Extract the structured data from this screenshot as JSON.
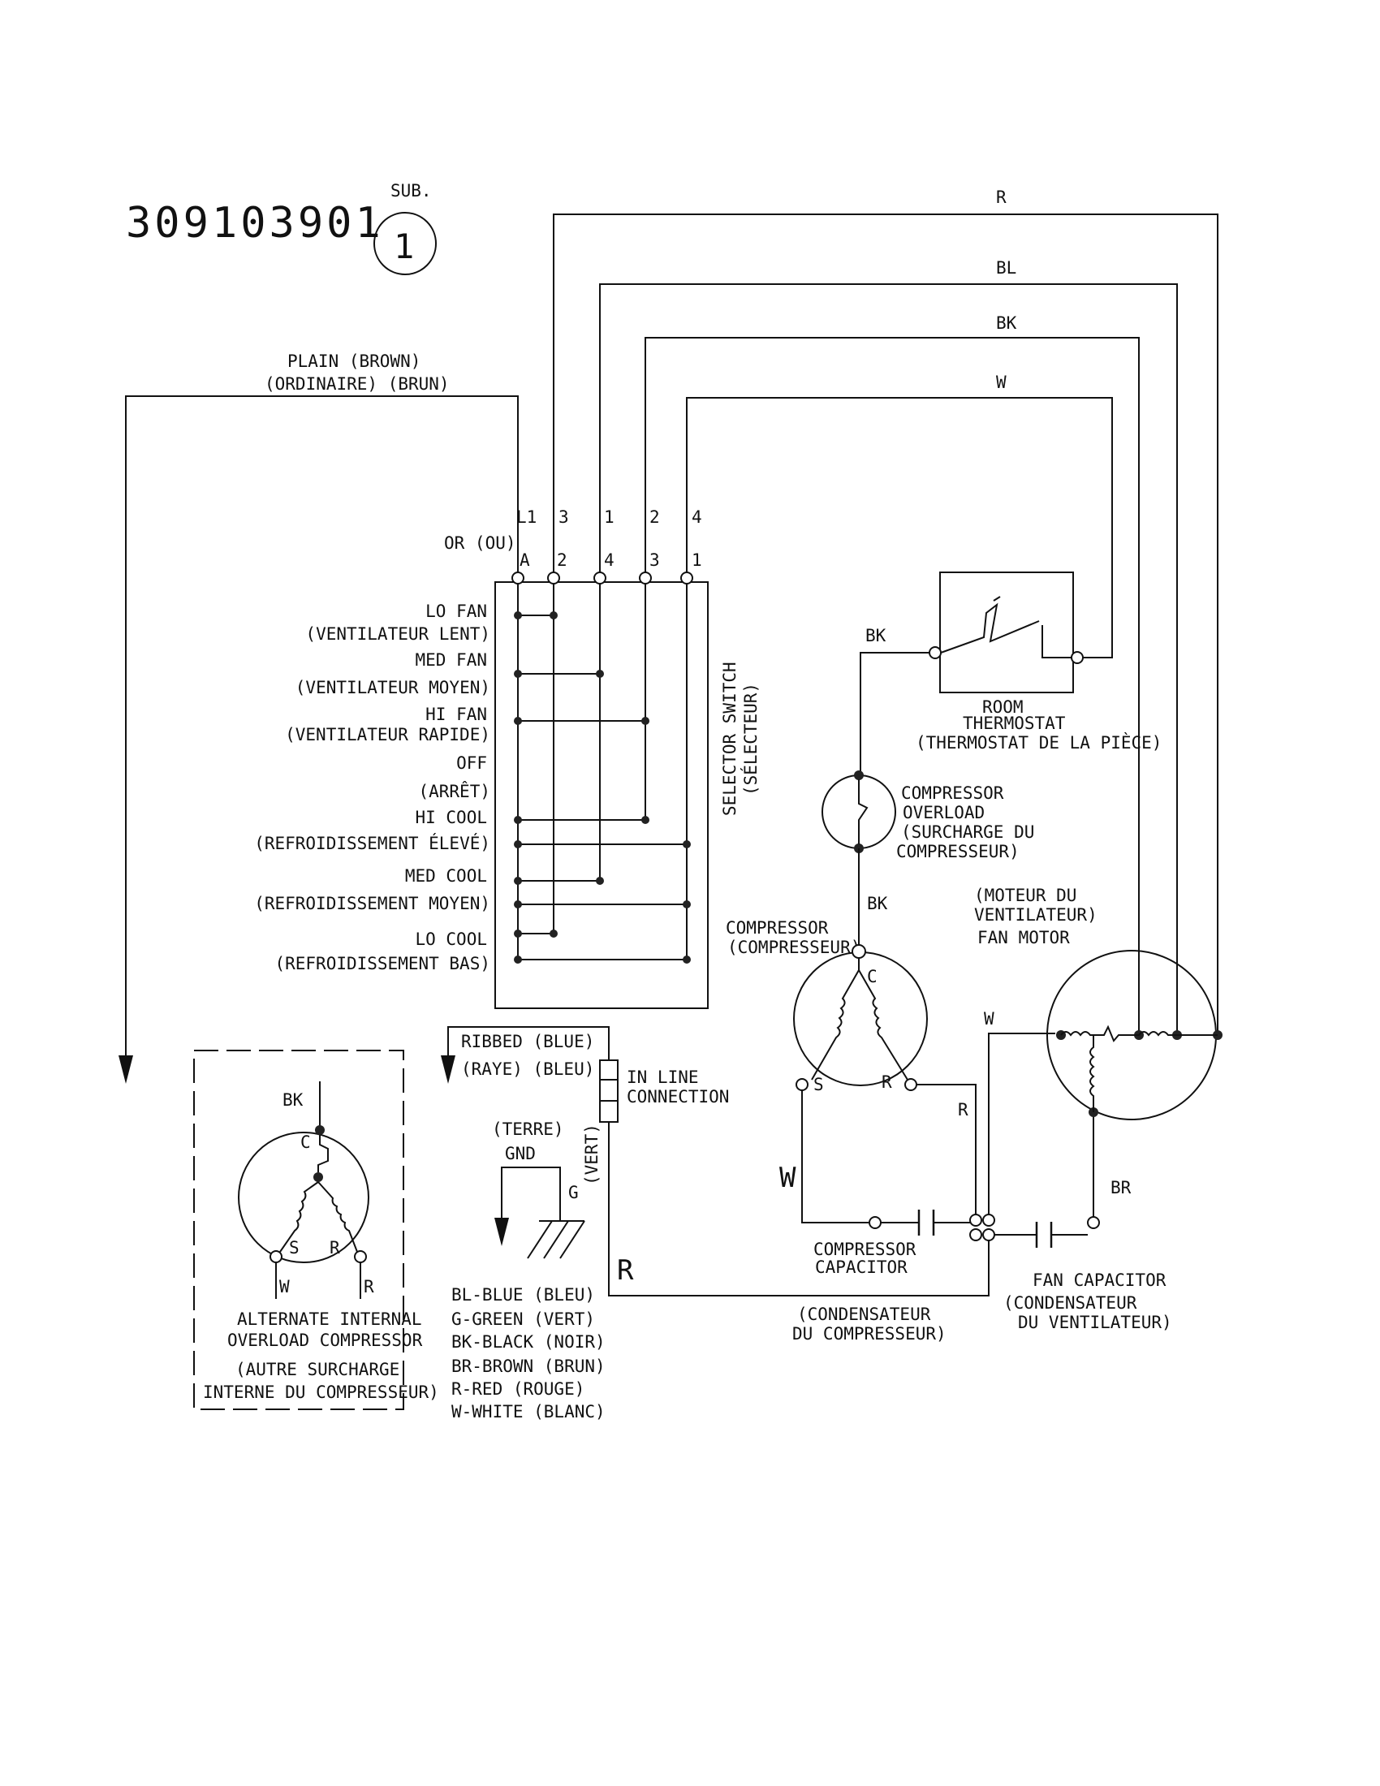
{
  "header": {
    "part_number": "309103901",
    "sub_label": "SUB.",
    "sub_number": "1"
  },
  "wires_top": {
    "r": "R",
    "bl": "BL",
    "bk": "BK",
    "w": "W",
    "plain_en": "PLAIN   (BROWN)",
    "plain_fr": "(ORDINAIRE)   (BRUN)"
  },
  "selector": {
    "or_label": "OR (OU)",
    "upper_terminals": [
      "L1",
      "3",
      "1",
      "2",
      "4"
    ],
    "lower_terminals": [
      "A",
      "2",
      "4",
      "3",
      "1"
    ],
    "title": "SELECTOR SWITCH",
    "title_fr": "(SÉLECTEUR)",
    "modes": [
      {
        "en": "LO FAN",
        "fr": "(VENTILATEUR LENT)"
      },
      {
        "en": "MED FAN",
        "fr": "(VENTILATEUR MOYEN)"
      },
      {
        "en": "HI FAN",
        "fr": "(VENTILATEUR RAPIDE)"
      },
      {
        "en": "OFF",
        "fr": "(ARRÊT)"
      },
      {
        "en": "HI COOL",
        "fr": "(REFROIDISSEMENT ÉLEVÉ)"
      },
      {
        "en": "MED COOL",
        "fr": "(REFROIDISSEMENT MOYEN)"
      },
      {
        "en": "LO COOL",
        "fr": "(REFROIDISSEMENT BAS)"
      }
    ]
  },
  "thermostat": {
    "wire": "BK",
    "label_1": "ROOM",
    "label_2": "THERMOSTAT",
    "label_3": "(THERMOSTAT DE LA PIÈCE)"
  },
  "overload": {
    "lines": [
      "COMPRESSOR",
      "OVERLOAD",
      "(SURCHARGE DU",
      "COMPRESSEUR)"
    ],
    "wire": "BK"
  },
  "compressor": {
    "label_en": "COMPRESSOR",
    "label_fr": "(COMPRESSEUR)",
    "c": "C",
    "s": "S",
    "r": "R",
    "w_wire": "W",
    "r_wire": "R"
  },
  "fan_motor": {
    "lines": [
      "(MOTEUR DU",
      "VENTILATEUR)",
      "FAN MOTOR"
    ],
    "w_wire": "W",
    "br_wire": "BR"
  },
  "compressor_capacitor": {
    "label_1": "COMPRESSOR",
    "label_2": "CAPACITOR",
    "fr_1": "(CONDENSATEUR",
    "fr_2": "DU COMPRESSEUR)"
  },
  "fan_capacitor": {
    "label": "FAN CAPACITOR",
    "fr_1": "(CONDENSATEUR",
    "fr_2": "DU VENTILATEUR)"
  },
  "ground": {
    "ribbed": "RIBBED  (BLUE)",
    "raye": "(RAYE)  (BLEU)",
    "inline_1": "IN LINE",
    "inline_2": "CONNECTION",
    "terre": "(TERRE)",
    "gnd": "GND",
    "vert": "(VERT)",
    "g": "G",
    "r": "R"
  },
  "legend": [
    "BL-BLUE (BLEU)",
    "G-GREEN (VERT)",
    "BK-BLACK (NOIR)",
    "BR-BROWN (BRUN)",
    "R-RED (ROUGE)",
    "W-WHITE (BLANC)"
  ],
  "alternate": {
    "bk": "BK",
    "c": "C",
    "s": "S",
    "r": "R",
    "w_wire": "W",
    "r_wire": "R",
    "lines": [
      "ALTERNATE INTERNAL",
      "OVERLOAD COMPRESSOR",
      "(AUTRE SURCHARGE",
      "INTERNE DU COMPRESSEUR)"
    ]
  }
}
